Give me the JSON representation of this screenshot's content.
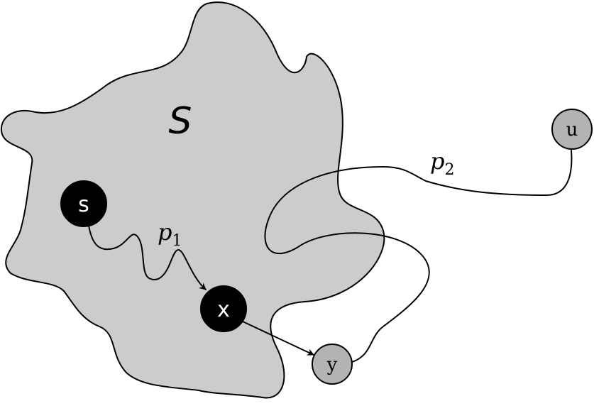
{
  "region": {
    "label": "S"
  },
  "nodes": {
    "s": {
      "label": "s"
    },
    "x": {
      "label": "x"
    },
    "y": {
      "label": "y"
    },
    "u": {
      "label": "u"
    }
  },
  "paths": {
    "p1": {
      "base": "p",
      "subscript": "1"
    },
    "p2": {
      "base": "p",
      "subscript": "2"
    }
  },
  "colors": {
    "region_fill": "#cccccc",
    "dark_node_fill": "#000000",
    "light_node_fill": "#b3b3b3"
  }
}
